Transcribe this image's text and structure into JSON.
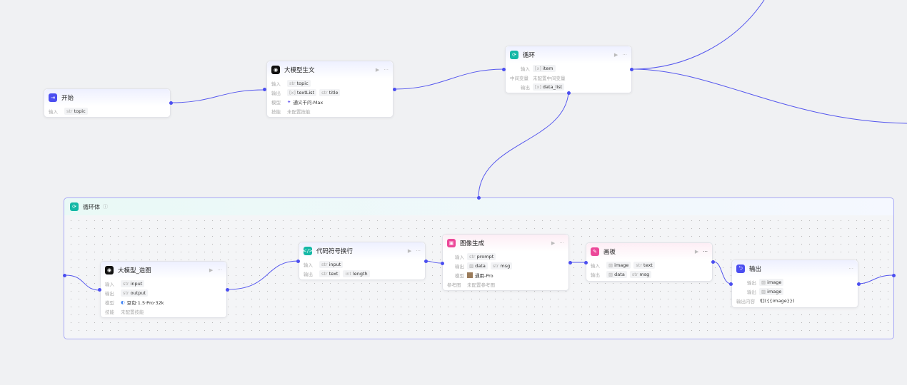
{
  "start": {
    "title": "开始",
    "input_label": "输入",
    "input": "topic"
  },
  "llm_text": {
    "title": "大模型生文",
    "input_label": "输入",
    "input": "topic",
    "output_label": "输出",
    "outputs": [
      "textList",
      "title"
    ],
    "model_label": "模型",
    "model": "通义千问-Max",
    "skill_label": "技能",
    "skill": "未配置技能"
  },
  "loop": {
    "title": "循环",
    "input_label": "输入",
    "input": "item",
    "var_label": "中间变量",
    "var": "未配置中间变量",
    "output_label": "输出",
    "output": "data_list"
  },
  "loop_body": {
    "title": "循环体"
  },
  "llm_image": {
    "title": "大模型_造图",
    "input_label": "输入",
    "input": "input",
    "output_label": "输出",
    "output": "output",
    "model_label": "模型",
    "model": "豆包·1.5·Pro·32k",
    "skill_label": "技能",
    "skill": "未配置技能"
  },
  "code": {
    "title": "代码符号换行",
    "input_label": "输入",
    "input": "input",
    "output_label": "输出",
    "outputs": [
      "text",
      "length"
    ]
  },
  "image_gen": {
    "title": "图像生成",
    "input_label": "输入",
    "input": "prompt",
    "output_label": "输出",
    "outputs": [
      "data",
      "msg"
    ],
    "model_label": "模型",
    "model": "通用-Pro",
    "ref_label": "参考图",
    "ref": "未配置参考图"
  },
  "canvas": {
    "title": "画板",
    "input_label": "输入",
    "inputs": [
      "image",
      "text"
    ],
    "output_label": "输出",
    "outputs": [
      "data",
      "msg"
    ]
  },
  "output": {
    "title": "输出",
    "label1": "输出",
    "value1": "image",
    "label2": "输出",
    "value2": "image",
    "content_label": "输出内容",
    "content": "![]({{image}})"
  },
  "colors": {
    "accent": "#4b4ef0",
    "teal": "#14b8a6",
    "pink": "#ec4899"
  }
}
